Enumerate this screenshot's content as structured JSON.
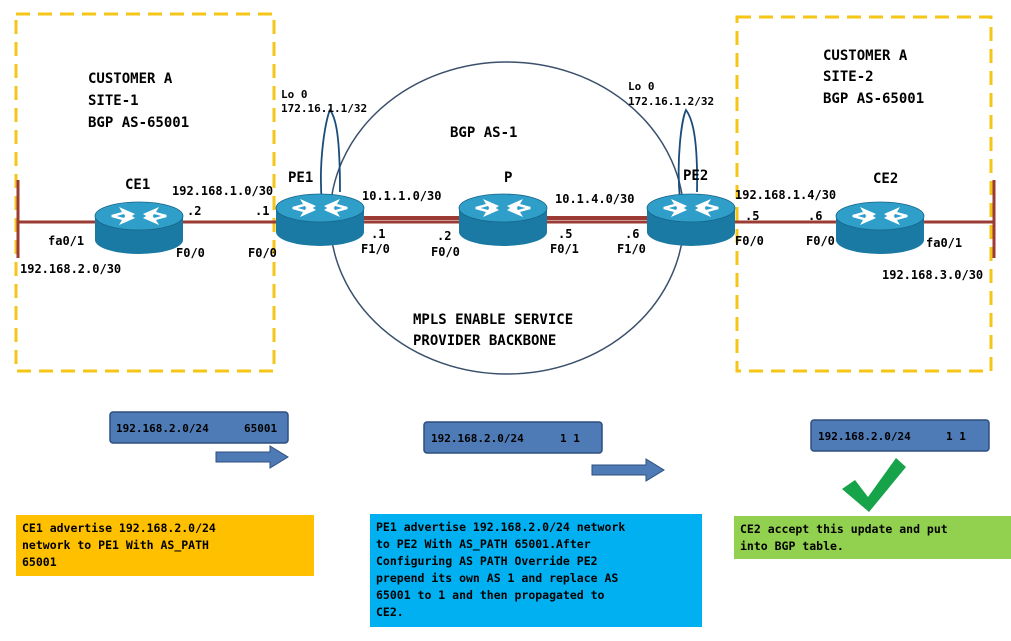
{
  "colors": {
    "site_border": "#f5c518",
    "link": "#9b3b33",
    "router_top": "#2f9fc9",
    "router_side": "#1b7aa3",
    "route_box": "#4e7ab5",
    "arrow": "#4e7ab5",
    "note_left": "#ffc000",
    "note_mid": "#00b0f0",
    "note_right": "#92d050",
    "check": "#17a34a"
  },
  "sites": {
    "left": {
      "line1": "CUSTOMER A",
      "line2": "SITE-1",
      "line3": "BGP AS-65001"
    },
    "right": {
      "line1": "CUSTOMER A",
      "line2": "SITE-2",
      "line3": "BGP AS-65001"
    }
  },
  "backbone": {
    "as_label": "BGP AS-1",
    "line1": "MPLS ENABLE SERVICE",
    "line2": "PROVIDER BACKBONE"
  },
  "routers": {
    "ce1": {
      "name": "CE1",
      "icon": "router-icon"
    },
    "pe1": {
      "name": "PE1",
      "icon": "router-icon"
    },
    "p": {
      "name": "P",
      "icon": "router-icon"
    },
    "pe2": {
      "name": "PE2",
      "icon": "router-icon"
    },
    "ce2": {
      "name": "CE2",
      "icon": "router-icon"
    }
  },
  "loopbacks": {
    "pe1": {
      "name": "Lo 0",
      "ip": "172.16.1.1/32"
    },
    "pe2": {
      "name": "Lo 0",
      "ip": "172.16.1.2/32"
    }
  },
  "links": {
    "ce1_lan": "192.168.2.0/30",
    "ce1_pe1": "192.168.1.0/30",
    "pe1_p": "10.1.1.0/30",
    "p_pe2": "10.1.4.0/30",
    "pe2_ce2": "192.168.1.4/30",
    "ce2_lan": "192.168.3.0/30"
  },
  "interfaces": {
    "ce1_fa0_1": "fa0/1",
    "ce1_f0_0": "F0/0",
    "ce1_host": ".2",
    "pe1_f0_0": "F0/0",
    "pe1_host_ce": ".1",
    "pe1_f1_0": "F1/0",
    "pe1_host_p": ".1",
    "p_f0_0": "F0/0",
    "p_host_pe1": ".2",
    "p_f0_1": "F0/1",
    "p_host_pe2": ".5",
    "pe2_f1_0": "F1/0",
    "pe2_host_p": ".6",
    "pe2_f0_0": "F0/0",
    "pe2_host_ce": ".5",
    "ce2_f0_0": "F0/0",
    "ce2_host": ".6",
    "ce2_fa0_1": "fa0/1"
  },
  "route_updates": [
    {
      "prefix": "192.168.2.0/24",
      "as_path": "65001"
    },
    {
      "prefix": "192.168.2.0/24",
      "as_path": "1  1"
    },
    {
      "prefix": "192.168.2.0/24",
      "as_path": "1  1"
    }
  ],
  "notes": {
    "left": [
      "CE1 advertise 192.168.2.0/24",
      "network to PE1 With AS_PATH",
      "65001"
    ],
    "middle": [
      "PE1 advertise 192.168.2.0/24 network",
      "to PE2 With AS_PATH 65001.After",
      "Configuring AS PATH Override PE2",
      "prepend its own AS 1 and replace AS",
      "65001 to 1 and then propagated to",
      "CE2."
    ],
    "right": [
      "CE2 accept this update and put",
      "into BGP table."
    ]
  },
  "icons": {
    "accepted": "checkmark-icon"
  }
}
